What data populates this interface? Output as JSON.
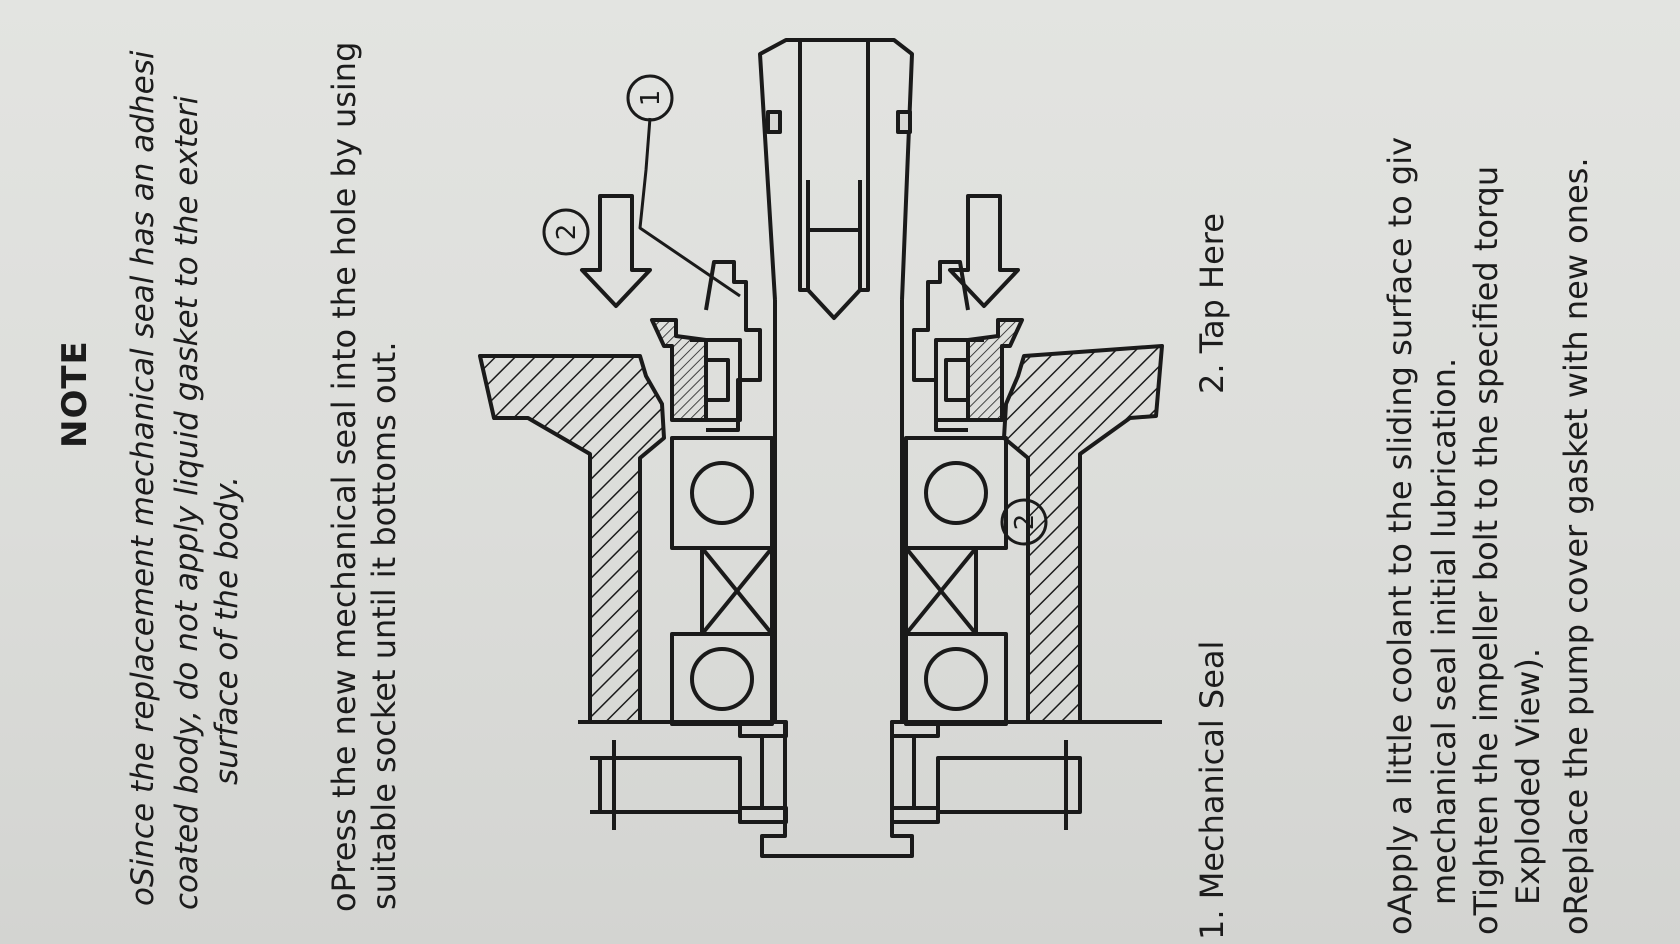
{
  "note": {
    "heading": "NOTE",
    "line1": "oSince  the replacement mechanical seal has an adhesi",
    "line2": "coated body, do not apply liquid gasket to the exteri",
    "line3": "surface of the body."
  },
  "press": {
    "line1": "oPress  the  new  mechanical  seal  into  the  hole  by  using",
    "line2": "suitable socket until it bottoms out."
  },
  "figure": {
    "callout1": "1",
    "callout2a": "2",
    "callout2b": "2",
    "legend1": "1. Mechanical Seal",
    "legend2": "2. Tap Here"
  },
  "steps": {
    "s1_line1": "oApply  a  little  coolant  to  the  sliding  surface  to  giv",
    "s1_line2": "mechanical seal initial lubrication.",
    "s2_line1": "oTighten  the  impeller  bolt  to  the  specified  torqu",
    "s2_line2": "Exploded View).",
    "s3_line1": "oReplace the pump cover gasket with new ones."
  }
}
